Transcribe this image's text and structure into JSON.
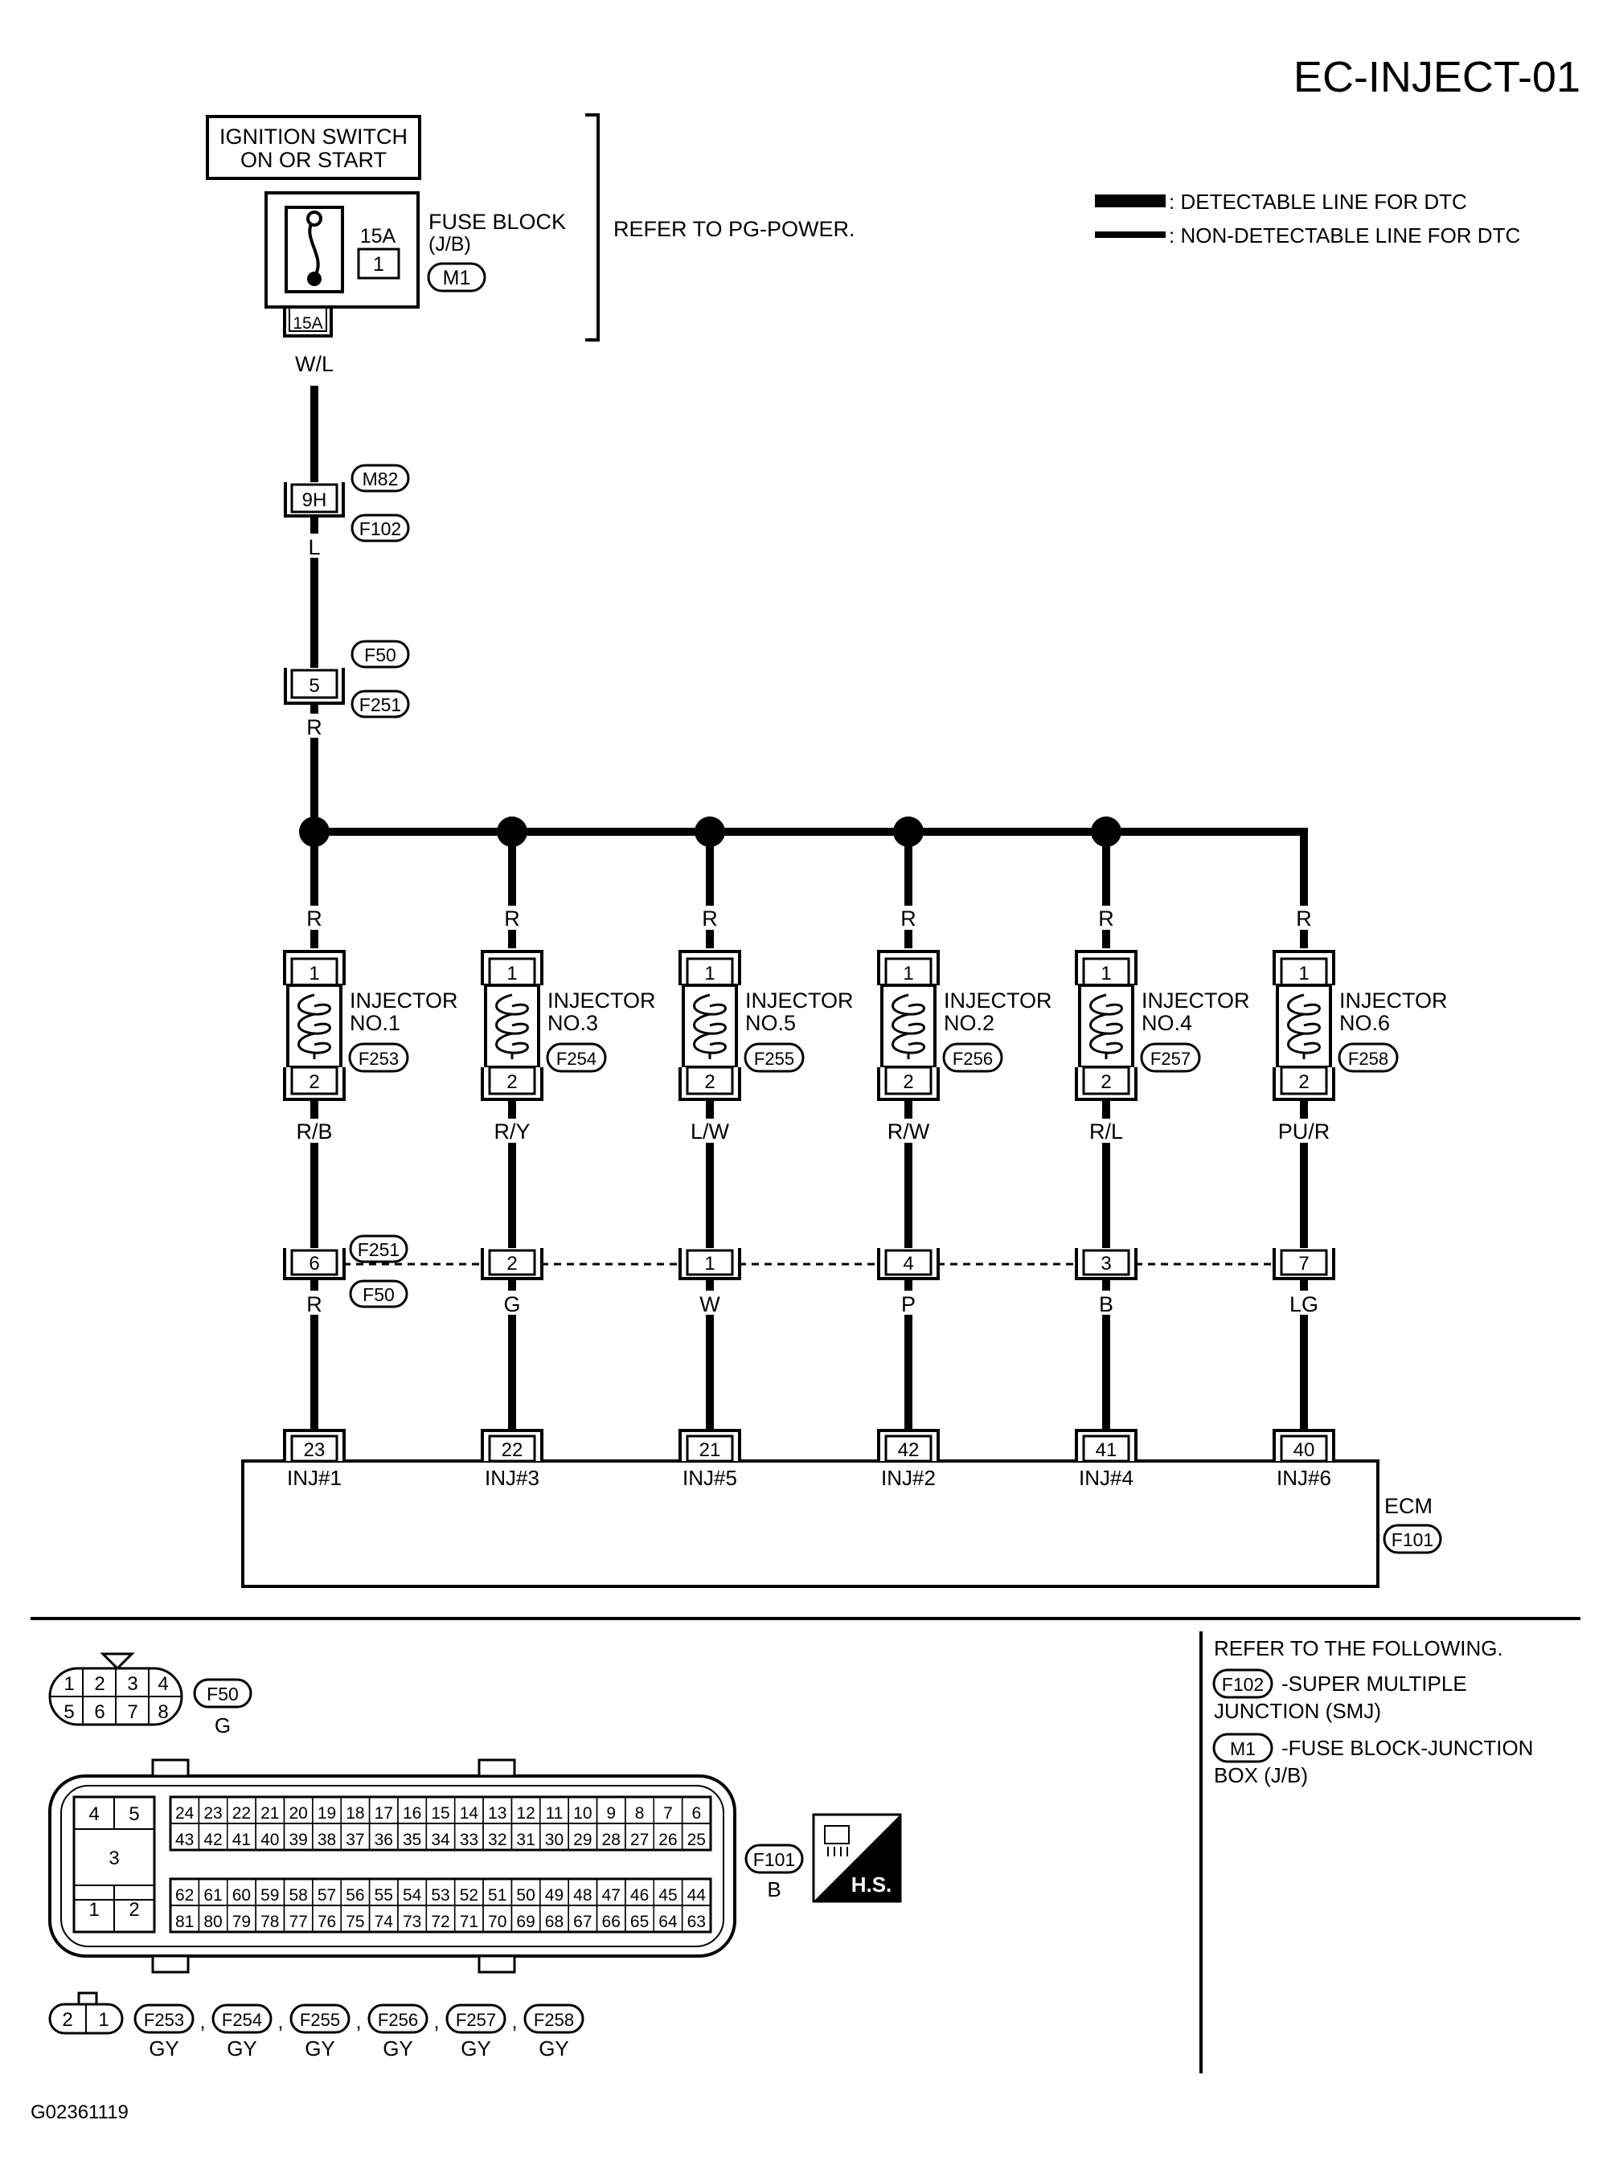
{
  "page_code": "EC-INJECT-01",
  "figure_id": "G02361119",
  "legend": {
    "detectable": ": DETECTABLE LINE FOR DTC",
    "non_detectable": ": NON-DETECTABLE LINE FOR DTC"
  },
  "ignition": {
    "line1": "IGNITION SWITCH",
    "line2": "ON OR START"
  },
  "fuse_block": {
    "fuse_rating": "15A",
    "fuse_number": "1",
    "name_line1": "FUSE BLOCK",
    "name_line2": "(J/B)",
    "connector": "M1",
    "terminal": "15A"
  },
  "refer_power": "REFER TO PG-POWER.",
  "wire_fuse_out": "W/L",
  "smj_junction": {
    "terminal": "9H",
    "conn_top": "M82",
    "conn_bottom": "F102",
    "wire_out": "L"
  },
  "junction_f50": {
    "terminal": "5",
    "conn_top": "F50",
    "conn_bottom": "F251",
    "wire_out": "R"
  },
  "injector_label": "INJECTOR",
  "injectors": [
    {
      "no": "NO.1",
      "conn": "F253",
      "pin_top": "1",
      "pin_bottom": "2",
      "wire_in": "R",
      "wire_out": "R/B",
      "junction_terminal": "6",
      "wire_after": "R",
      "ecm_terminal": "23",
      "ecm_label": "INJ#1"
    },
    {
      "no": "NO.3",
      "conn": "F254",
      "pin_top": "1",
      "pin_bottom": "2",
      "wire_in": "R",
      "wire_out": "R/Y",
      "junction_terminal": "2",
      "wire_after": "G",
      "ecm_terminal": "22",
      "ecm_label": "INJ#3"
    },
    {
      "no": "NO.5",
      "conn": "F255",
      "pin_top": "1",
      "pin_bottom": "2",
      "wire_in": "R",
      "wire_out": "L/W",
      "junction_terminal": "1",
      "wire_after": "W",
      "ecm_terminal": "21",
      "ecm_label": "INJ#5"
    },
    {
      "no": "NO.2",
      "conn": "F256",
      "pin_top": "1",
      "pin_bottom": "2",
      "wire_in": "R",
      "wire_out": "R/W",
      "junction_terminal": "4",
      "wire_after": "P",
      "ecm_terminal": "42",
      "ecm_label": "INJ#2"
    },
    {
      "no": "NO.4",
      "conn": "F257",
      "pin_top": "1",
      "pin_bottom": "2",
      "wire_in": "R",
      "wire_out": "R/L",
      "junction_terminal": "3",
      "wire_after": "B",
      "ecm_terminal": "41",
      "ecm_label": "INJ#4"
    },
    {
      "no": "NO.6",
      "conn": "F258",
      "pin_top": "1",
      "pin_bottom": "2",
      "wire_in": "R",
      "wire_out": "PU/R",
      "junction_terminal": "7",
      "wire_after": "LG",
      "ecm_terminal": "40",
      "ecm_label": "INJ#6"
    }
  ],
  "lower_junction": {
    "conn_top": "F251",
    "conn_bottom": "F50"
  },
  "ecm": {
    "name": "ECM",
    "connector": "F101"
  },
  "connector_f50": {
    "pins_top": [
      "1",
      "2",
      "3",
      "4"
    ],
    "pins_bottom": [
      "5",
      "6",
      "7",
      "8"
    ],
    "conn": "F50",
    "color": "G"
  },
  "connector_f101": {
    "left_pins": {
      "a": "4",
      "b": "5",
      "c": "3",
      "d": "1",
      "e": "2"
    },
    "row1": [
      "24",
      "23",
      "22",
      "21",
      "20",
      "19",
      "18",
      "17",
      "16",
      "15",
      "14",
      "13",
      "12",
      "11",
      "10",
      "9",
      "8",
      "7",
      "6"
    ],
    "row2": [
      "43",
      "42",
      "41",
      "40",
      "39",
      "38",
      "37",
      "36",
      "35",
      "34",
      "33",
      "32",
      "31",
      "30",
      "29",
      "28",
      "27",
      "26",
      "25"
    ],
    "row3": [
      "62",
      "61",
      "60",
      "59",
      "58",
      "57",
      "56",
      "55",
      "54",
      "53",
      "52",
      "51",
      "50",
      "49",
      "48",
      "47",
      "46",
      "45",
      "44"
    ],
    "row4": [
      "81",
      "80",
      "79",
      "78",
      "77",
      "76",
      "75",
      "74",
      "73",
      "72",
      "71",
      "70",
      "69",
      "68",
      "67",
      "66",
      "65",
      "64",
      "63"
    ],
    "conn": "F101",
    "color": "B",
    "hs_label": "H.S."
  },
  "injector_connectors": {
    "pins": [
      "2",
      "1"
    ],
    "comma": ",",
    "items": [
      {
        "conn": "F253",
        "color": "GY"
      },
      {
        "conn": "F254",
        "color": "GY"
      },
      {
        "conn": "F255",
        "color": "GY"
      },
      {
        "conn": "F256",
        "color": "GY"
      },
      {
        "conn": "F257",
        "color": "GY"
      },
      {
        "conn": "F258",
        "color": "GY"
      }
    ]
  },
  "refer_following": {
    "title": "REFER TO THE FOLLOWING.",
    "items": [
      {
        "conn": "F102",
        "line1": "-SUPER MULTIPLE",
        "line2": "JUNCTION (SMJ)"
      },
      {
        "conn": "M1",
        "line1": "-FUSE BLOCK-JUNCTION",
        "line2": "BOX (J/B)"
      }
    ]
  }
}
